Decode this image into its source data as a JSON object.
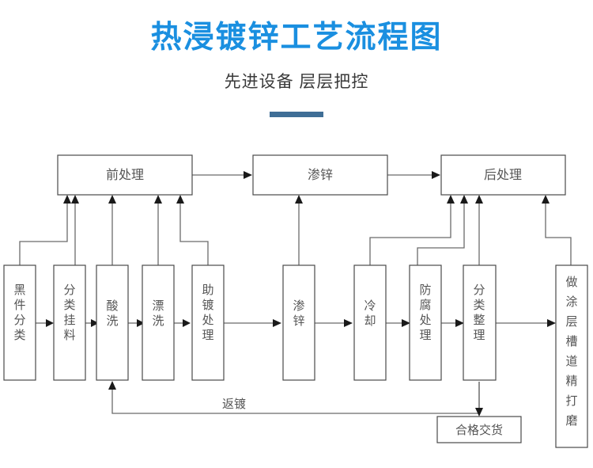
{
  "header": {
    "title": "热浸镀锌工艺流程图",
    "subtitle": "先进设备 层层把控",
    "title_color": "#1a8fe0",
    "subtitle_color": "#3a3a3a",
    "divider_color": "#3f6e96"
  },
  "chart_data": {
    "type": "diagram",
    "title": "热浸镀锌工艺流程图",
    "subtitle": "先进设备 层层把控",
    "stages": [
      {
        "id": "pre",
        "label": "前处理",
        "row": "top"
      },
      {
        "id": "galv",
        "label": "渗锌",
        "row": "top"
      },
      {
        "id": "post",
        "label": "后处理",
        "row": "top"
      }
    ],
    "steps": [
      {
        "id": "s1",
        "label": "黑件分类",
        "group": "pre"
      },
      {
        "id": "s2",
        "label": "分类挂料",
        "group": "pre"
      },
      {
        "id": "s3",
        "label": "酸洗",
        "group": "pre"
      },
      {
        "id": "s4",
        "label": "漂洗",
        "group": "pre"
      },
      {
        "id": "s5",
        "label": "助镀处理",
        "group": "pre"
      },
      {
        "id": "s6",
        "label": "渗锌",
        "group": "galv"
      },
      {
        "id": "s7",
        "label": "冷却",
        "group": "post"
      },
      {
        "id": "s8",
        "label": "防腐处理",
        "group": "post"
      },
      {
        "id": "s9",
        "label": "分类整理",
        "group": "post"
      },
      {
        "id": "s10",
        "label": "做涂层槽道精打磨",
        "group": "post"
      }
    ],
    "terminal": {
      "id": "t1",
      "label": "合格交货"
    },
    "loop": {
      "label": "返镀",
      "from": "s9",
      "to": "s3"
    },
    "flow_order": [
      "黑件分类",
      "分类挂料",
      "酸洗",
      "漂洗",
      "助镀处理",
      "渗锌",
      "冷却",
      "防腐处理",
      "分类整理",
      "做涂层槽道精打磨"
    ]
  },
  "boxes": {
    "top": {
      "pre": "前处理",
      "galv": "渗锌",
      "post": "后处理"
    },
    "steps": {
      "s1": "黑件分类",
      "s2": "分类挂料",
      "s3": "酸洗",
      "s4": "漂洗",
      "s5": "助镀处理",
      "s6": "渗锌",
      "s7": "冷却",
      "s8": "防腐处理",
      "s9": "分类整理",
      "s10": "做涂层槽道精打磨"
    },
    "terminal": "合格交货",
    "loop_label": "返镀"
  }
}
